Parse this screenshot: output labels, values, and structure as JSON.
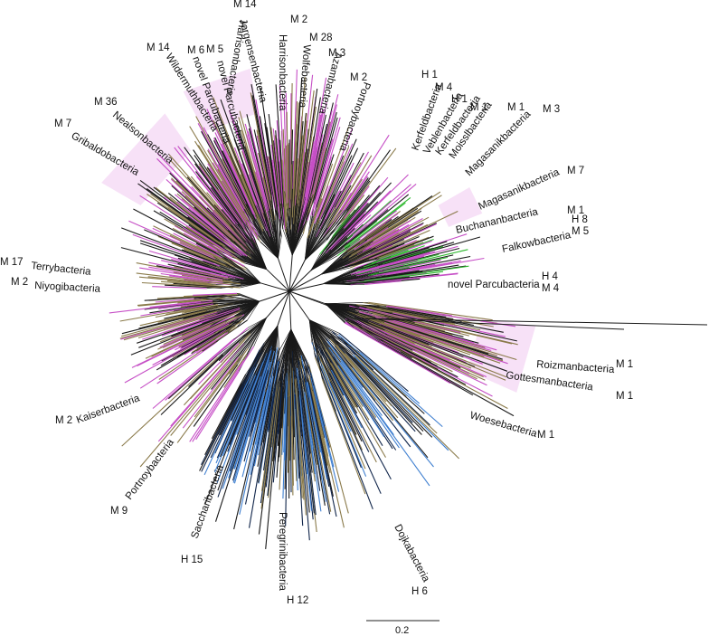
{
  "colors": {
    "magenta": "#c64fc6",
    "olive": "#8a7a4a",
    "dark": "#1a1a1a",
    "green": "#2fb82f",
    "blue": "#3f7fd0",
    "navy": "#10254a",
    "pink_shade": "#f0c8f0"
  },
  "scale_bar": {
    "label": "0.2"
  },
  "clades": [
    {
      "key": "terrybacteria",
      "name": "Terrybacteria",
      "counts": [
        "M 17"
      ],
      "color": "magenta"
    },
    {
      "key": "niyogibacteria",
      "name": "Niyogibacteria",
      "counts": [
        "M 2"
      ],
      "color": "magenta"
    },
    {
      "key": "gribaldobacteria",
      "name": "Gribaldobacteria",
      "counts": [
        "M 7"
      ],
      "color": "magenta"
    },
    {
      "key": "nealsonbacteria",
      "name": "Nealsonbacteria",
      "counts": [
        "M 36"
      ],
      "color": "magenta"
    },
    {
      "key": "wildermuthbacteria",
      "name": "Wildermuthbacteria",
      "counts": [
        "M 14"
      ],
      "color": "magenta"
    },
    {
      "key": "novel-parcubacteria-top",
      "name": "novel Parcubacteria",
      "counts": [
        "M 6"
      ],
      "color": "magenta"
    },
    {
      "key": "jorgensenbacteria",
      "name": "Jorgensenbacteria",
      "counts": [
        "M 5"
      ],
      "color": "magenta"
    },
    {
      "key": "harrisonbacteria",
      "name": "Harrisonbacteria",
      "counts": [
        "M 14"
      ],
      "color": "magenta"
    },
    {
      "key": "wolfebacteria",
      "name": "Wolfebacteria",
      "counts": [
        "M 2"
      ],
      "color": "magenta"
    },
    {
      "key": "azambacteria",
      "name": "Azambacteria",
      "counts": [
        "M 28"
      ],
      "color": "magenta"
    },
    {
      "key": "portnoybacteria-top",
      "name": "Portnoybacteria",
      "counts": [
        "M 3",
        "M 2"
      ],
      "color": "magenta"
    },
    {
      "key": "kerfeldbacteria-1",
      "name": "Kerfeldbacteria",
      "counts": [
        "H 1",
        "M 4"
      ],
      "color": "green"
    },
    {
      "key": "veblenbacteria",
      "name": "Veblenbacteria",
      "counts": [
        "H 1"
      ],
      "color": "green"
    },
    {
      "key": "kerfeldbacteria-2",
      "name": "Kerfeldbacteria",
      "counts": [
        "M 1"
      ],
      "color": "magenta"
    },
    {
      "key": "moisslbacteria",
      "name": "Moisslbacteria",
      "counts": [
        "M 1"
      ],
      "color": "magenta"
    },
    {
      "key": "magasanikbacteria-1",
      "name": "Magasanikbacteria",
      "counts": [
        "M 3"
      ],
      "color": "magenta"
    },
    {
      "key": "magasanikbacteria-2",
      "name": "Magasanikbacteria",
      "counts": [
        "M 7"
      ],
      "color": "magenta"
    },
    {
      "key": "buchananbacteria",
      "name": "Buchananbacteria",
      "counts": [
        "M 1"
      ],
      "color": "magenta"
    },
    {
      "key": "falkowbacteria",
      "name": "Falkowbacteria",
      "counts": [
        "H 8",
        "M 5"
      ],
      "color": "green"
    },
    {
      "key": "novel-parcubacteria-right",
      "name": "novel Parcubacteria",
      "counts": [
        "H 4",
        "M 4"
      ],
      "color": "green"
    },
    {
      "key": "roizmanbacteria",
      "name": "Roizmanbacteria",
      "counts": [
        "M 1"
      ],
      "color": "magenta"
    },
    {
      "key": "gottesmanbacteria",
      "name": "Gottesmanbacteria",
      "counts": [
        "M 1"
      ],
      "color": "magenta"
    },
    {
      "key": "woesebacteria",
      "name": "Woesebacteria",
      "counts": [
        "M 1"
      ],
      "color": "magenta"
    },
    {
      "key": "dojkabacteria",
      "name": "Dojkabacteria",
      "counts": [
        "H 6"
      ],
      "color": "blue"
    },
    {
      "key": "peregrinibacteria",
      "name": "Peregrinibacteria",
      "counts": [
        "H 12"
      ],
      "color": "blue"
    },
    {
      "key": "saccharibacteria",
      "name": "Saccharibacteria",
      "counts": [
        "H 15"
      ],
      "color": "blue"
    },
    {
      "key": "portnoybacteria-bottom",
      "name": "Portnoybacteria",
      "counts": [
        "M 9"
      ],
      "color": "magenta"
    },
    {
      "key": "kaiserbacteria",
      "name": "Kaiserbacteria",
      "counts": [
        "M 2"
      ],
      "color": "magenta"
    }
  ]
}
